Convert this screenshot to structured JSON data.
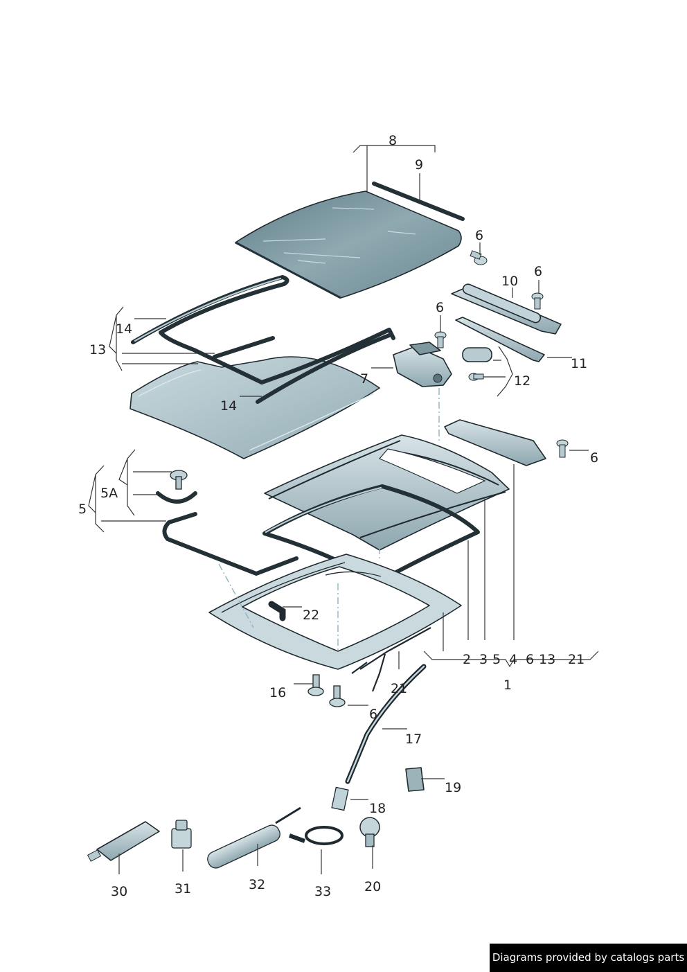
{
  "labels": {
    "l1": "1",
    "l2": "2",
    "l3": "3",
    "l4": "4",
    "l5a": "5",
    "l5": "5",
    "l5A": "5A",
    "l6a": "6",
    "l6b": "6",
    "l6c": "6",
    "l6d": "6",
    "l6e": "6",
    "l6f": "6",
    "l7": "7",
    "l8": "8",
    "l9": "9",
    "l10": "10",
    "l11": "11",
    "l12": "12",
    "l13": "13",
    "l13b": "13",
    "l14a": "14",
    "l14b": "14",
    "l16": "16",
    "l17": "17",
    "l18": "18",
    "l19": "19",
    "l20": "20",
    "l21": "21",
    "l21b": "21",
    "l22": "22",
    "l30": "30",
    "l31": "31",
    "l32": "32",
    "l33": "33"
  },
  "colors": {
    "glass": "#7e9aa3",
    "panel": "#b7ccd2",
    "frame": "#a9c0c7",
    "dark": "#1f2a30"
  },
  "footer": {
    "credit": "Diagrams provided by catalogs parts"
  }
}
